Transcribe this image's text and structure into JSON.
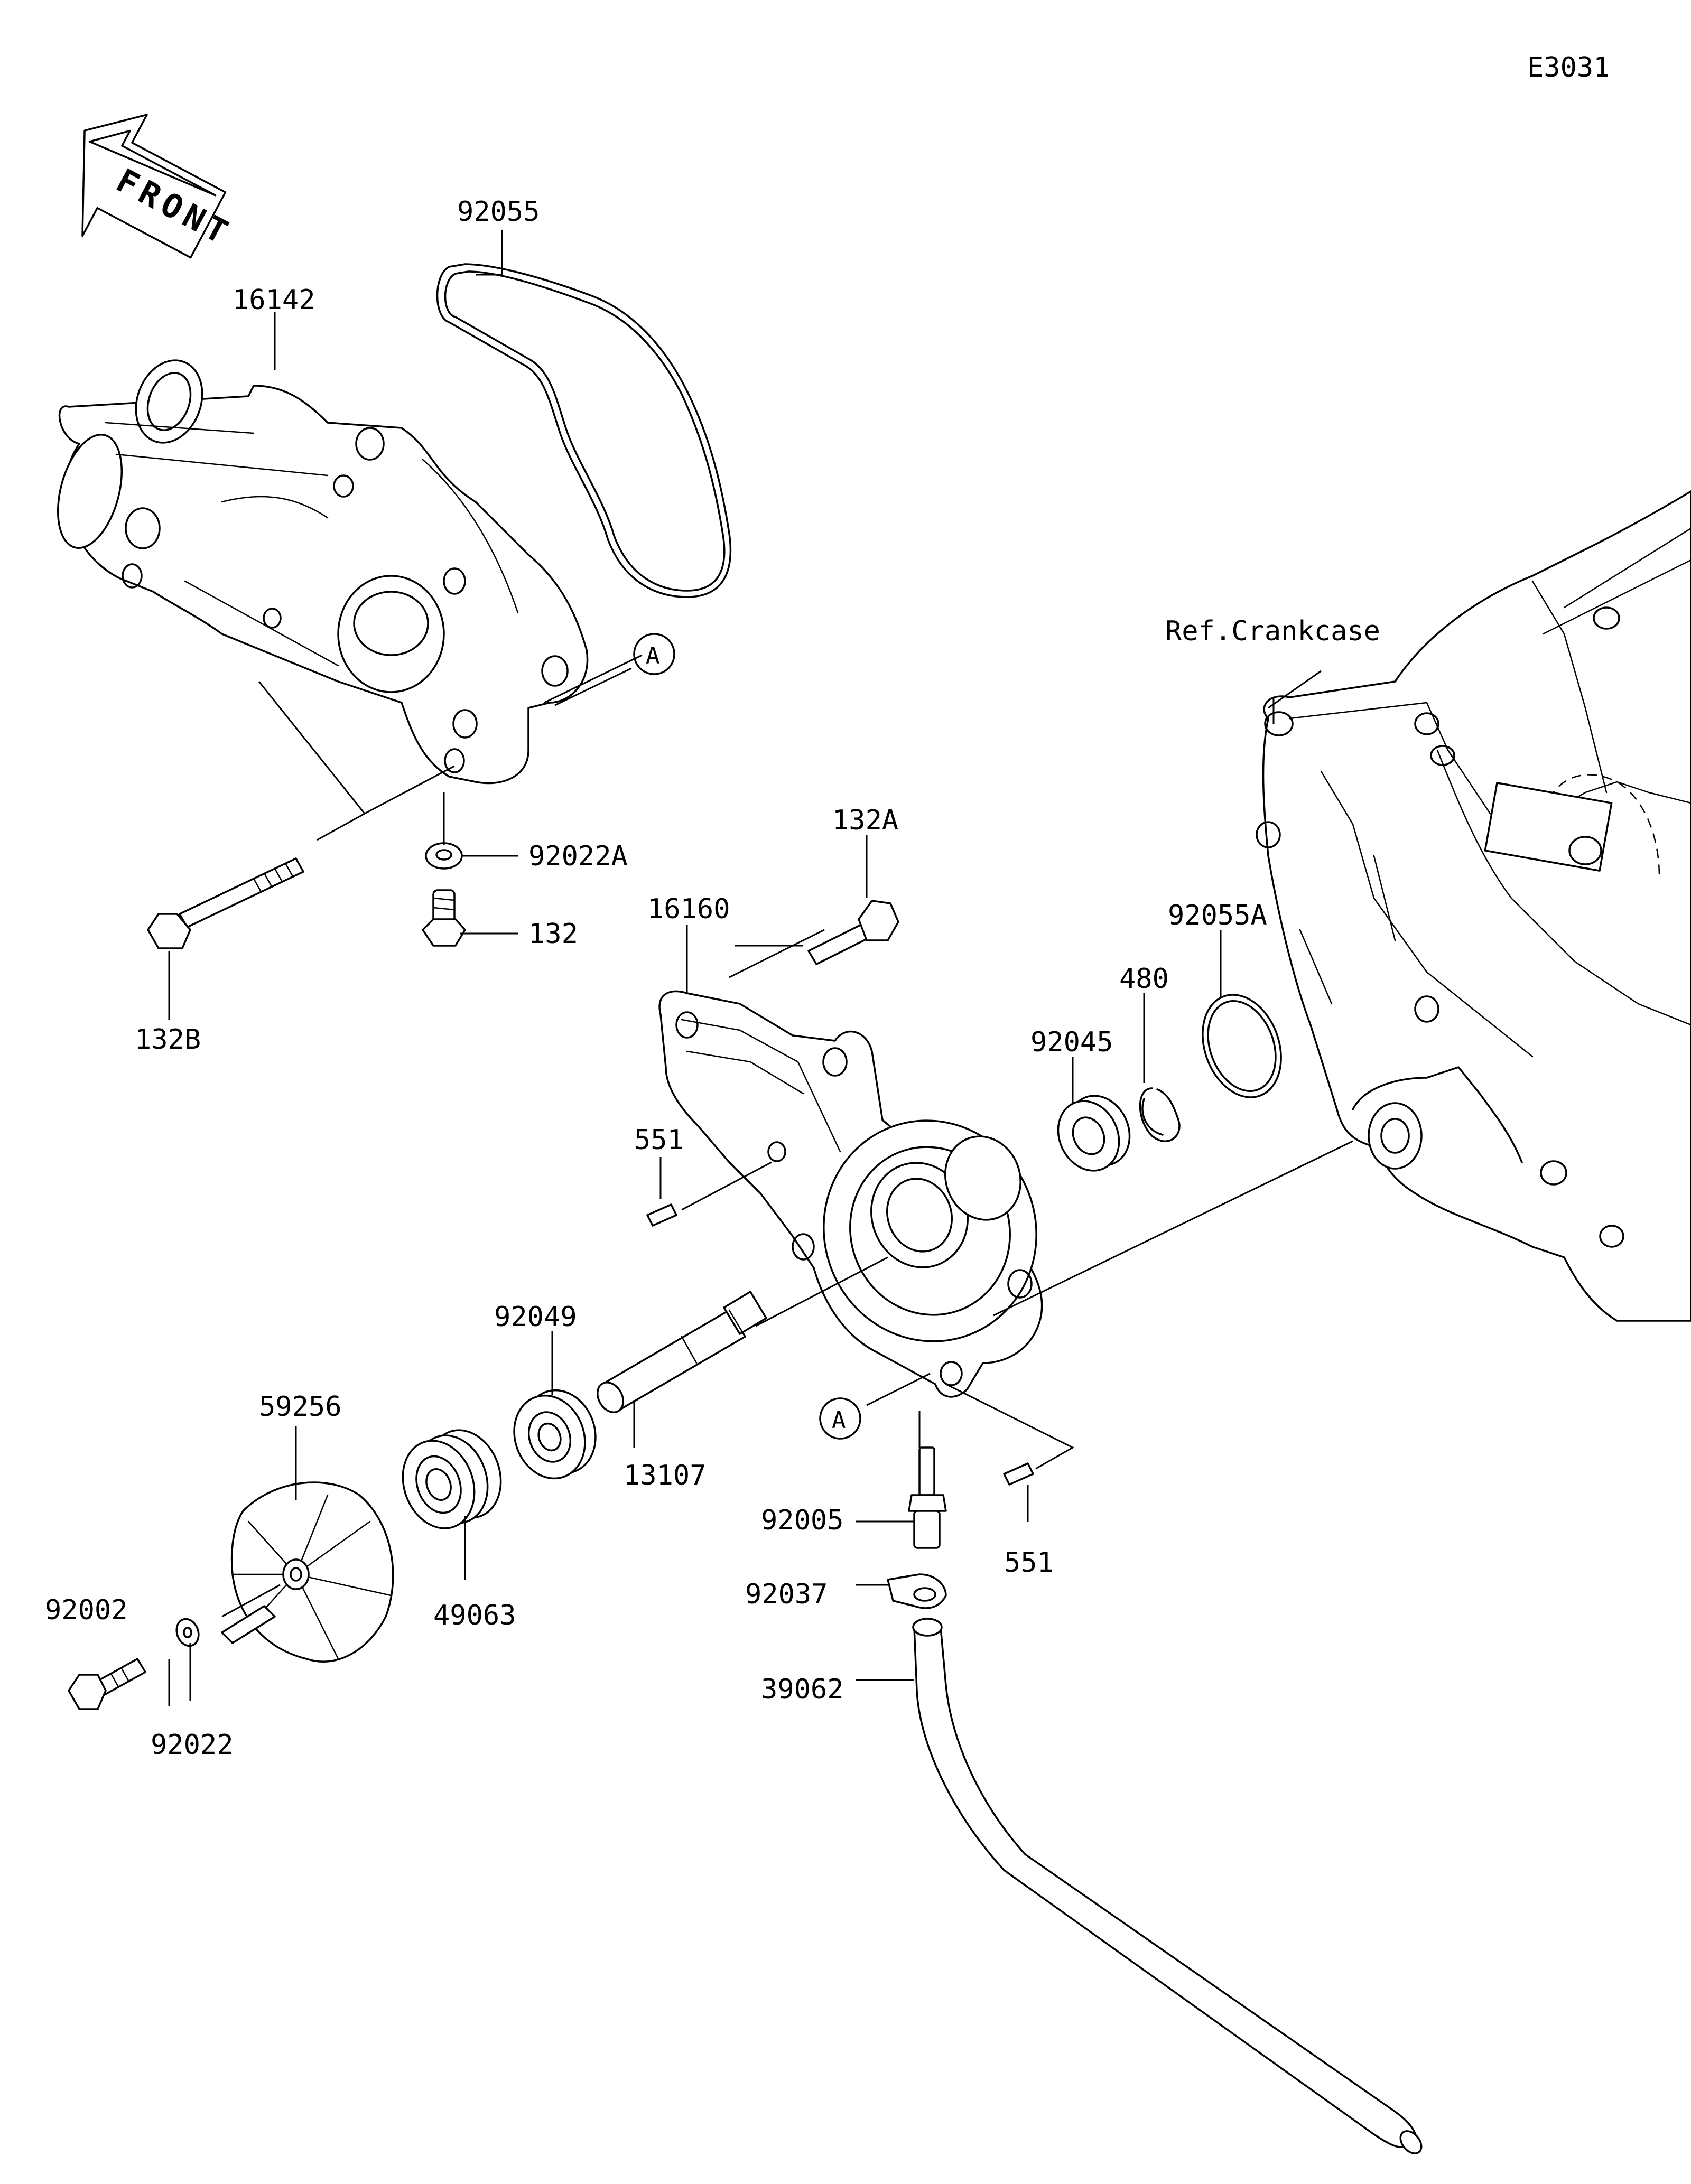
{
  "diagram_code": "E3031",
  "front_label": "FRONT",
  "ref_label": "Ref.Crankcase",
  "callout_letter": "A",
  "parts": {
    "p92055": "92055",
    "p16142": "16142",
    "p92022A": "92022A",
    "p132": "132",
    "p132B": "132B",
    "p132A": "132A",
    "p16160": "16160",
    "p92055A": "92055A",
    "p480": "480",
    "p92045": "92045",
    "p551_left": "551",
    "p92049": "92049",
    "p59256": "59256",
    "p13107": "13107",
    "p49063": "49063",
    "p92002": "92002",
    "p92022": "92022",
    "p92005": "92005",
    "p551_right": "551",
    "p92037": "92037",
    "p39062": "39062"
  }
}
